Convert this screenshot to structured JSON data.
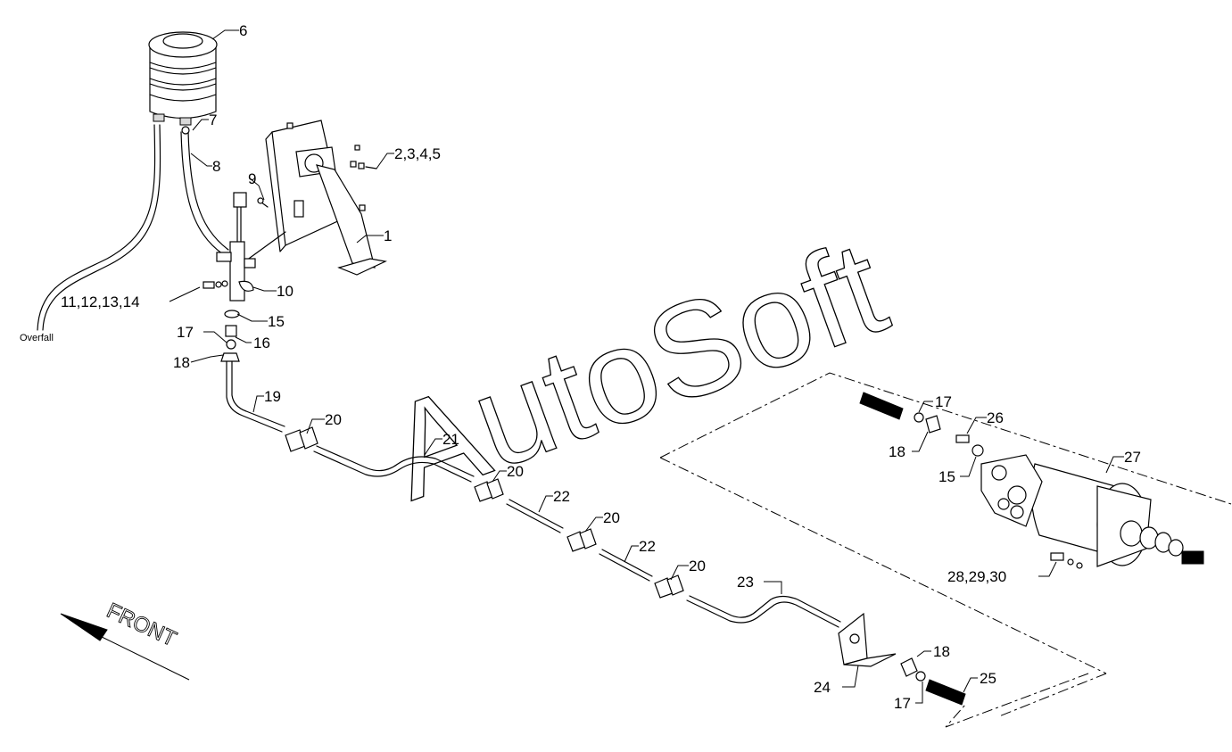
{
  "diagram": {
    "watermark": "AutoSoft",
    "direction_label": "FRONT",
    "overflow_label": "Overfall",
    "callouts": [
      {
        "id": "c6",
        "text": "6"
      },
      {
        "id": "c7",
        "text": "7"
      },
      {
        "id": "c8",
        "text": "8"
      },
      {
        "id": "c9",
        "text": "9"
      },
      {
        "id": "c2345",
        "text": "2,3,4,5"
      },
      {
        "id": "c1",
        "text": "1"
      },
      {
        "id": "c10",
        "text": "10"
      },
      {
        "id": "c11121314",
        "text": "11,12,13,14"
      },
      {
        "id": "c15a",
        "text": "15"
      },
      {
        "id": "c16",
        "text": "16"
      },
      {
        "id": "c17a",
        "text": "17"
      },
      {
        "id": "c18a",
        "text": "18"
      },
      {
        "id": "c19",
        "text": "19"
      },
      {
        "id": "c20a",
        "text": "20"
      },
      {
        "id": "c21",
        "text": "21"
      },
      {
        "id": "c20b",
        "text": "20"
      },
      {
        "id": "c22a",
        "text": "22"
      },
      {
        "id": "c20c",
        "text": "20"
      },
      {
        "id": "c22b",
        "text": "22"
      },
      {
        "id": "c20d",
        "text": "20"
      },
      {
        "id": "c23",
        "text": "23"
      },
      {
        "id": "c24",
        "text": "24"
      },
      {
        "id": "c18b",
        "text": "18"
      },
      {
        "id": "c17b",
        "text": "17"
      },
      {
        "id": "c25",
        "text": "25"
      },
      {
        "id": "c17c",
        "text": "17"
      },
      {
        "id": "c18c",
        "text": "18"
      },
      {
        "id": "c26",
        "text": "26"
      },
      {
        "id": "c15b",
        "text": "15"
      },
      {
        "id": "c27",
        "text": "27"
      },
      {
        "id": "c282930",
        "text": "28,29,30"
      }
    ]
  }
}
